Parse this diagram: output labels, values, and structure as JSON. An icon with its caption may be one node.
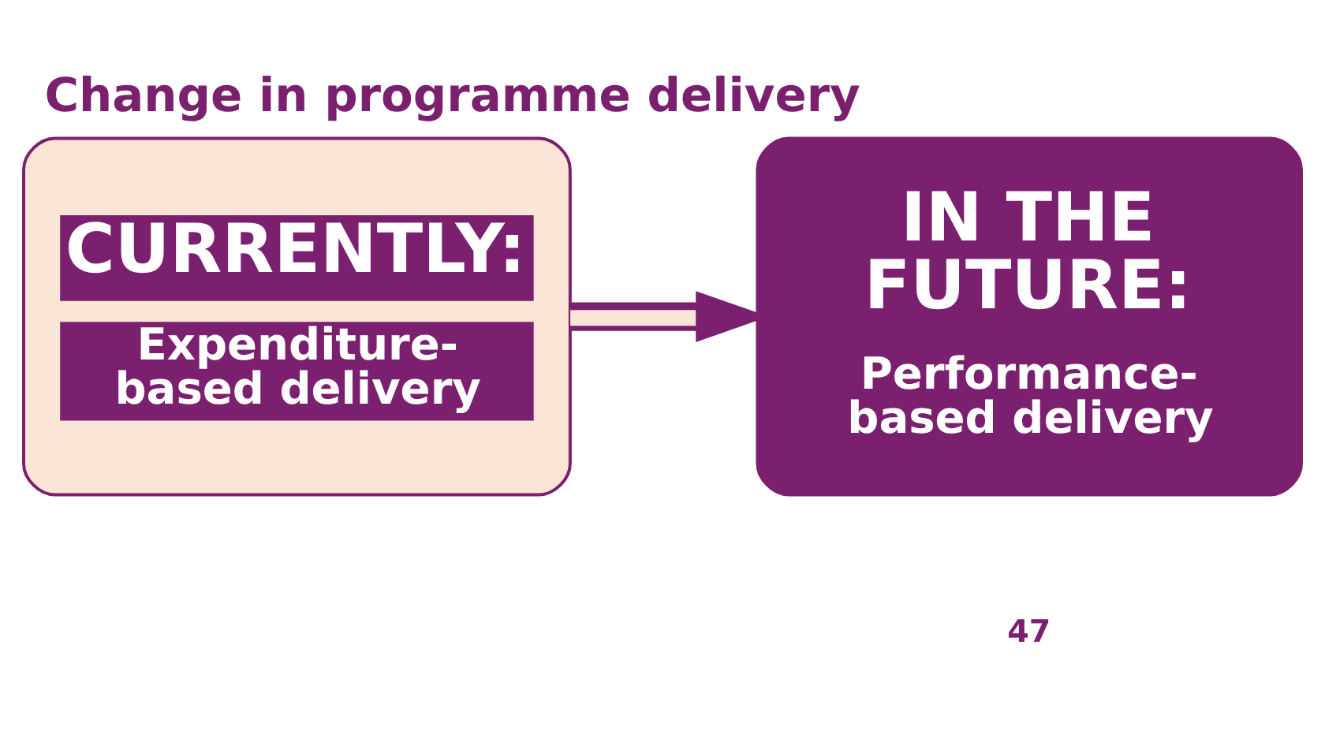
{
  "diagram": {
    "title": "Change in programme delivery",
    "nodes": [
      {
        "text": [
          "CURRENTLY:",
          "Expenditure- based delivery"
        ]
      },
      {
        "text": [
          "IN THE FUTURE:",
          "Performance- based delivery"
        ]
      }
    ],
    "edges": [
      {
        "from": 0,
        "to": 1,
        "arrow": "to"
      }
    ],
    "labels": [
      "47"
    ]
  }
}
